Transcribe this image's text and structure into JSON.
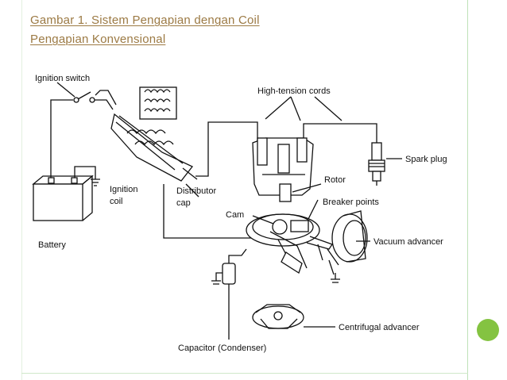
{
  "slide": {
    "title_line1": "Gambar 1. Sistem Pengapian dengan Coil",
    "title_line2": "Pengapian Konvensional",
    "title_color": "#9c7a44",
    "accent_color": "#84c341"
  },
  "diagram": {
    "labels": {
      "ignition_switch": "Ignition switch",
      "high_tension_cords": "High-tension cords",
      "spark_plug": "Spark plug",
      "ignition_coil_line1": "Ignition",
      "ignition_coil_line2": "coil",
      "distributor_cap_line1": "Distributor",
      "distributor_cap_line2": "cap",
      "rotor": "Rotor",
      "breaker_points": "Breaker points",
      "cam": "Cam",
      "vacuum_advancer": "Vacuum advancer",
      "battery": "Battery",
      "centrifugal_advancer": "Centrifugal advancer",
      "capacitor": "Capacitor (Condenser)"
    }
  }
}
